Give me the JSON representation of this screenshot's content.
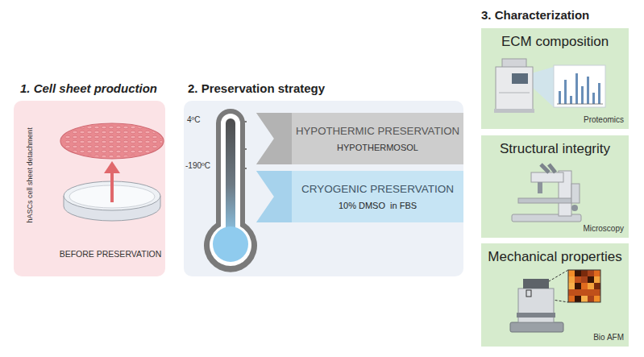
{
  "diagram": {
    "nodes": [
      {
        "text": [
          "1. Cell sheet production",
          "hASCs cell sheet detachment",
          "BEFORE PRESERVATION"
        ]
      },
      {
        "text": [
          "2. Preservation strategy"
        ]
      },
      {
        "text": [
          "HYPOTHERMIC PRESERVATION",
          "HYPOTHERMOSOL"
        ],
        "in": 1
      },
      {
        "text": [
          "CRYOGENIC PRESERVATION",
          "10% DMSO  in FBS"
        ],
        "in": 1
      },
      {
        "text": [
          "ECM composition",
          "Proteomics"
        ]
      },
      {
        "text": [
          "Structural integrity",
          "Microscopy"
        ]
      },
      {
        "text": [
          "Mechanical properties",
          "Bio AFM"
        ]
      }
    ],
    "labels": [
      "3. Characterization",
      "4ºC",
      "-190ºC"
    ]
  }
}
